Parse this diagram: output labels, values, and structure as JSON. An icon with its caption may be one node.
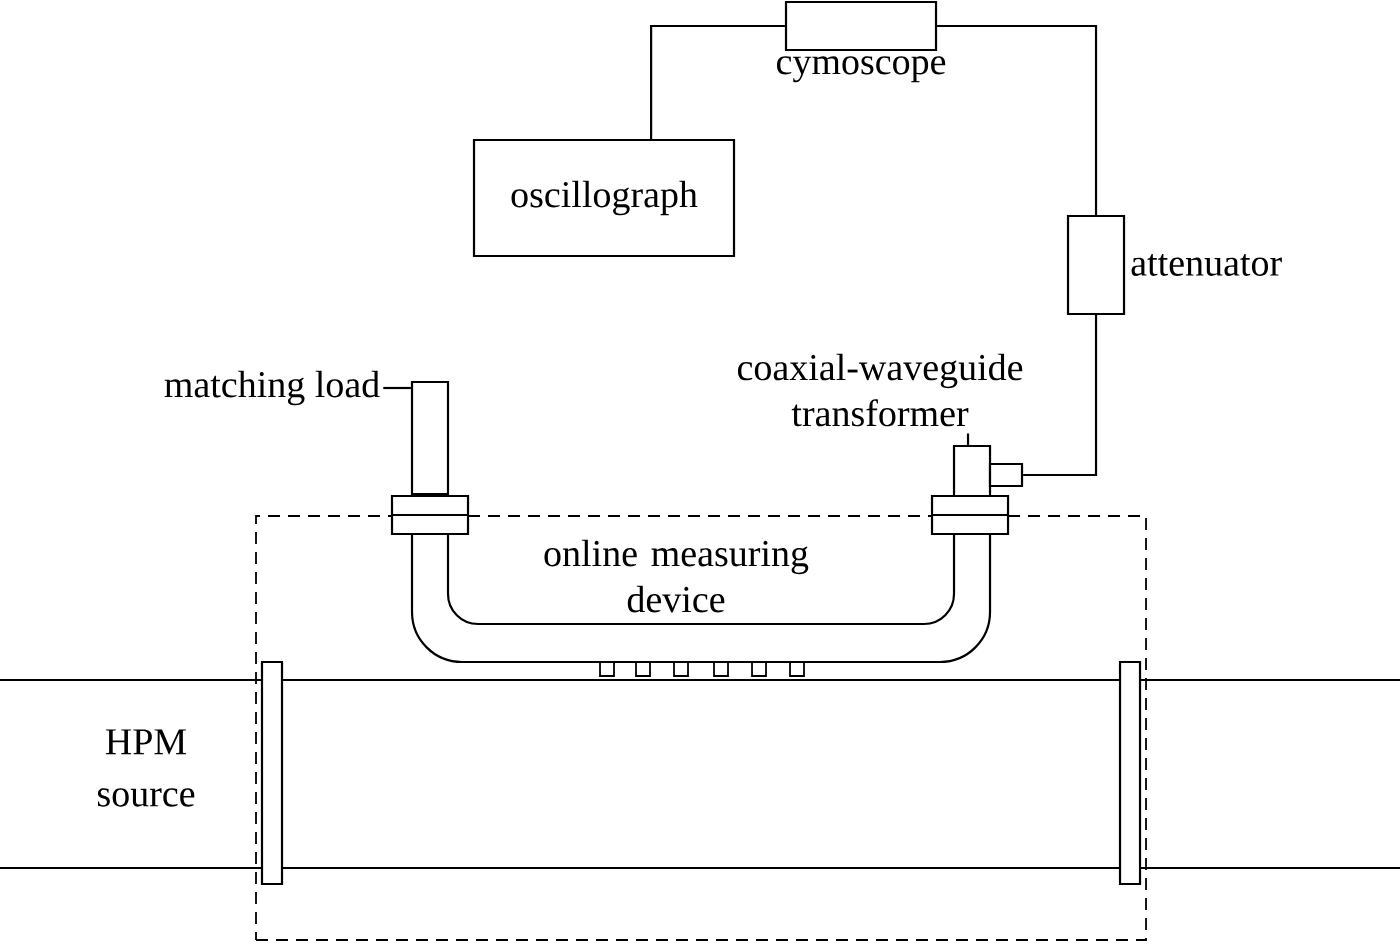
{
  "diagram": {
    "nodes": [
      {
        "text": [
          "oscillograph"
        ]
      },
      {
        "text": [
          "cymoscope"
        ]
      },
      {
        "text": [
          "attenuator"
        ]
      },
      {
        "text": [
          "matching load"
        ]
      },
      {
        "text": [],
        "shape": "box"
      },
      {
        "text": [
          "coaxial-waveguide transformer"
        ]
      },
      {
        "text": [],
        "shape": "box"
      },
      {
        "text": [
          "online measuring device"
        ]
      }
    ],
    "edges": [
      {
        "from": 0,
        "to": 1,
        "arrow": "none"
      },
      {
        "from": 1,
        "to": 2,
        "arrow": "none"
      },
      {
        "from": 2,
        "to": 6,
        "arrow": "none"
      },
      {
        "from": 3,
        "to": 4,
        "arrow": "none"
      },
      {
        "from": 5,
        "to": 6,
        "arrow": "none"
      }
    ],
    "labels": [
      "HPM source"
    ]
  }
}
